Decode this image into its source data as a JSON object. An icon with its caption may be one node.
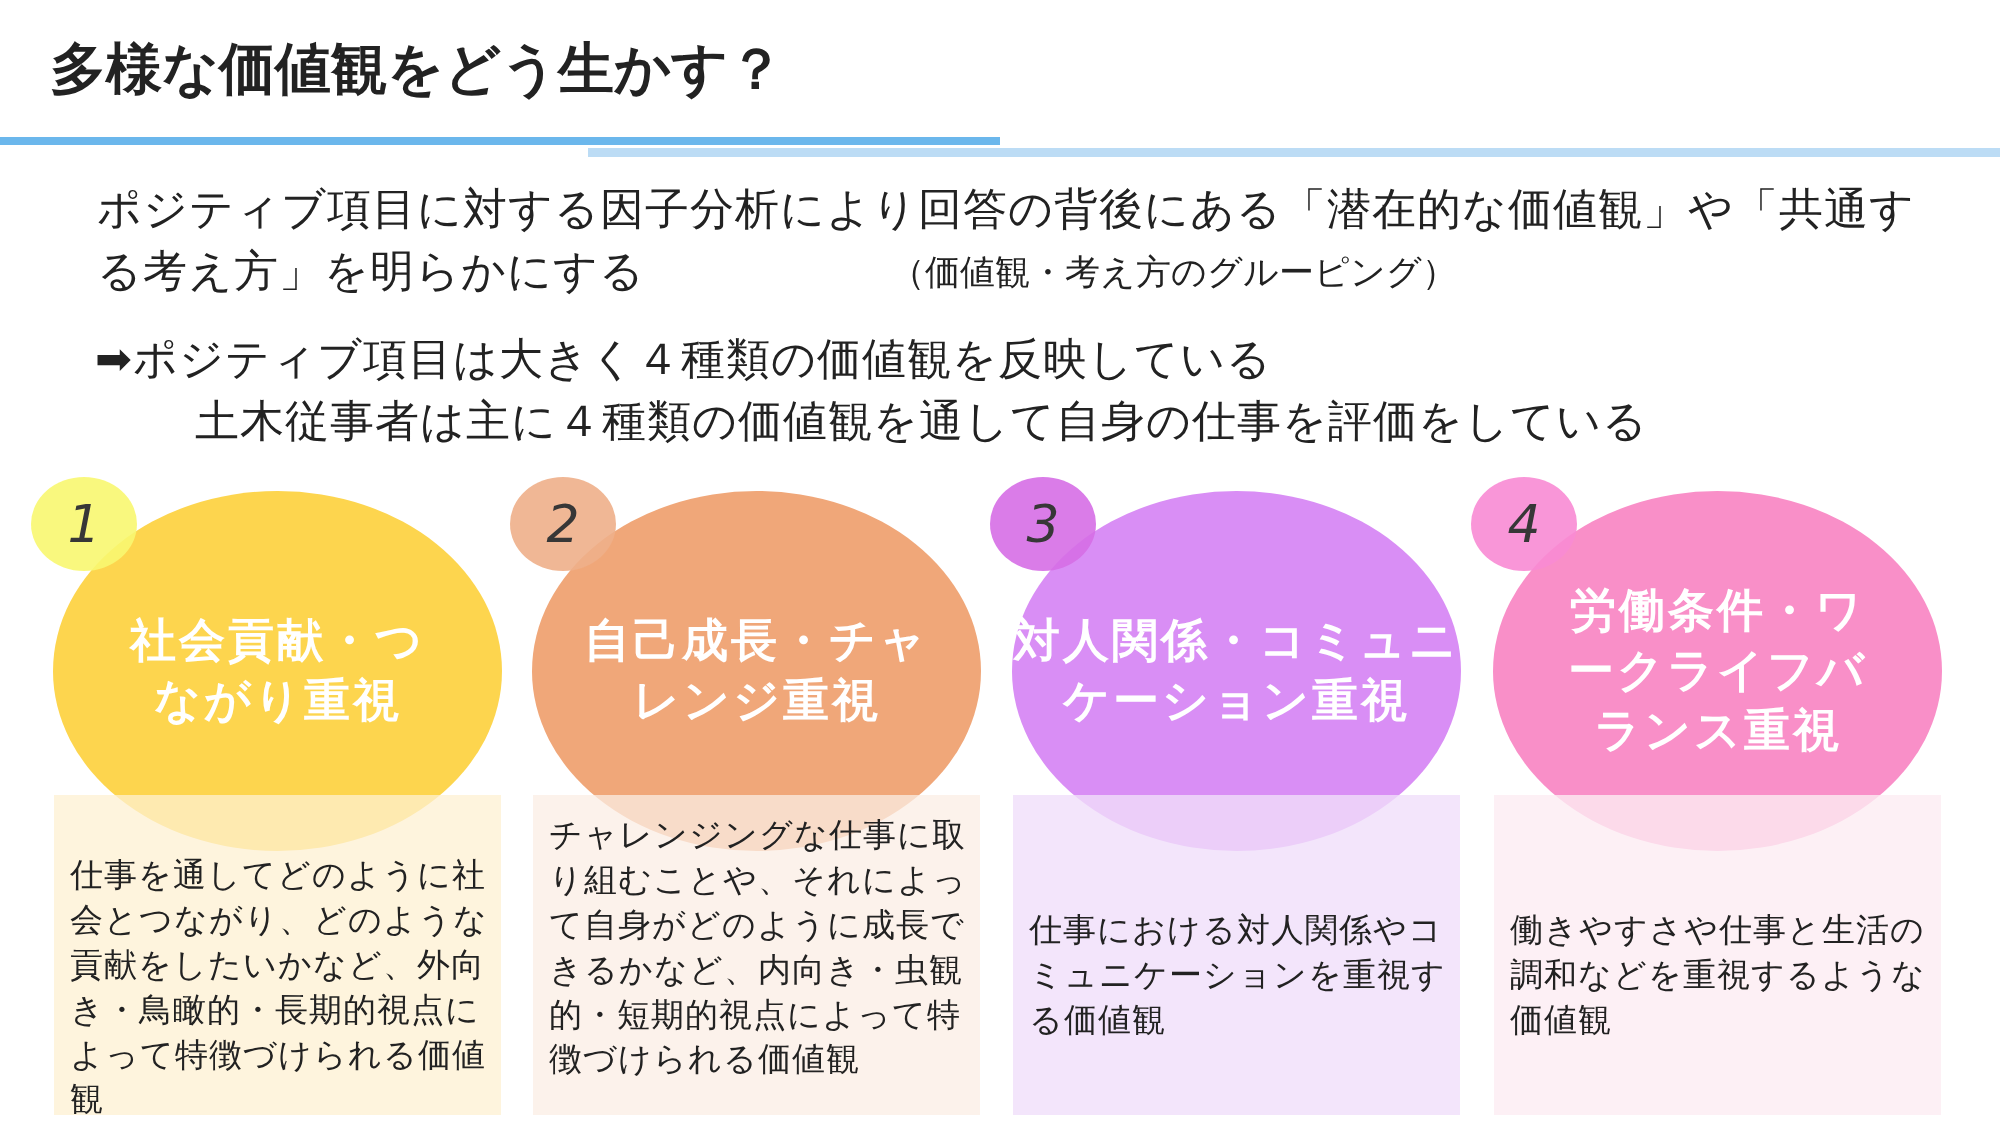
{
  "diagram": {
    "title": "多様な価値観をどう生かす？",
    "nodes": [
      {
        "text": [
          "1"
        ]
      },
      {
        "text": [
          "社会貢献・つながり重視"
        ]
      },
      {
        "text": [
          "仕事を通してどのように社会とつながり、どのような貢献をしたいかなど、外向き・鳥瞰的・長期的視点によって特徴づけられる価値観"
        ]
      },
      {
        "text": [
          "2"
        ]
      },
      {
        "text": [
          "自己成長・チャレンジ重視"
        ]
      },
      {
        "text": [
          "チャレンジングな仕事に取り組むことや、それによって自身がどのように成長できるかなど、内向き・虫観的・短期的視点によって特徴づけられる価値観"
        ]
      },
      {
        "text": [
          "3"
        ]
      },
      {
        "text": [
          "対人関係・コミュニケーション重視"
        ]
      },
      {
        "text": [
          "仕事における対人関係やコミュニケーションを重視する価値観"
        ]
      },
      {
        "text": [
          "4"
        ]
      },
      {
        "text": [
          "労働条件・ワークライフバランス重視"
        ]
      },
      {
        "text": [
          "働きやすさや仕事と生活の調和などを重視するような価値観"
        ]
      }
    ],
    "labels": [
      "ポジティブ項目に対する因子分析により回答の背後にある「潜在的な価値観」や「共通する考え方」を明らかにする",
      "（価値観・考え方のグルーピング）",
      "➡ポジティブ項目は大きく４種類の価値観を反映している",
      "土木従事者は主に４種類の価値観を通して自身の仕事を評価をしている"
    ]
  }
}
